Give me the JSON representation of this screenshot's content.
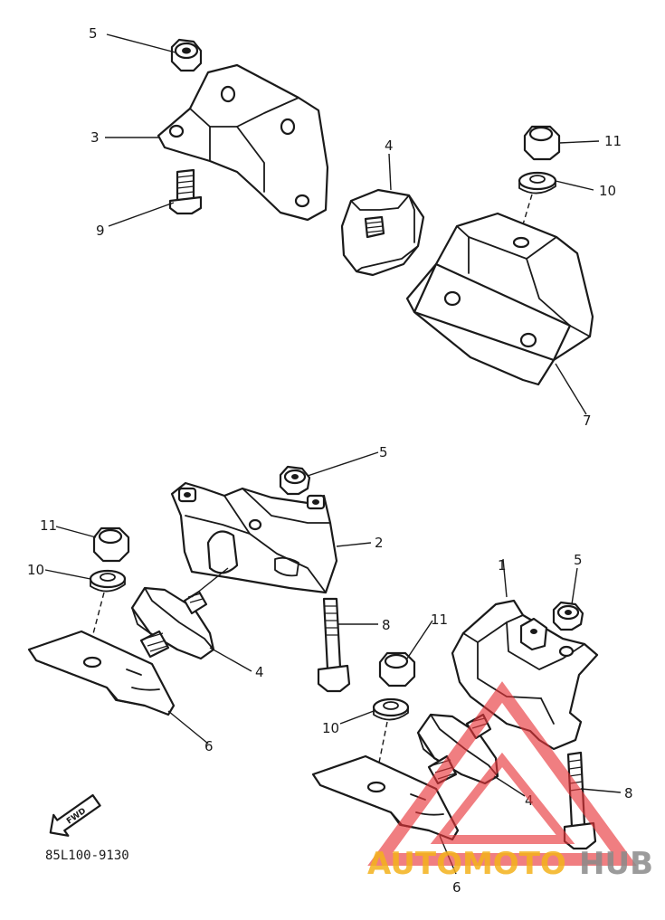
{
  "diagram": {
    "catalog_code": "85L100-9130",
    "fwd_label": "FWD",
    "callouts": {
      "c5a": "5",
      "c3": "3",
      "c9": "9",
      "c4a": "4",
      "c11a": "11",
      "c10a": "10",
      "c7": "7",
      "c5b": "5",
      "c2": "2",
      "c11b": "11",
      "c10b": "10",
      "c4b": "4",
      "c8a": "8",
      "c6a": "6",
      "c1": "1",
      "c5c": "5",
      "c11c": "11",
      "c10c": "10",
      "c4c": "4",
      "c8b": "8",
      "c6b": "6"
    }
  },
  "watermark": {
    "part1": "AUTOMOTO",
    "part2": "HUB",
    "color_primary": "#e8363a",
    "color_secondary": "#f3b21b",
    "color_tertiary": "#8a8a8a"
  }
}
